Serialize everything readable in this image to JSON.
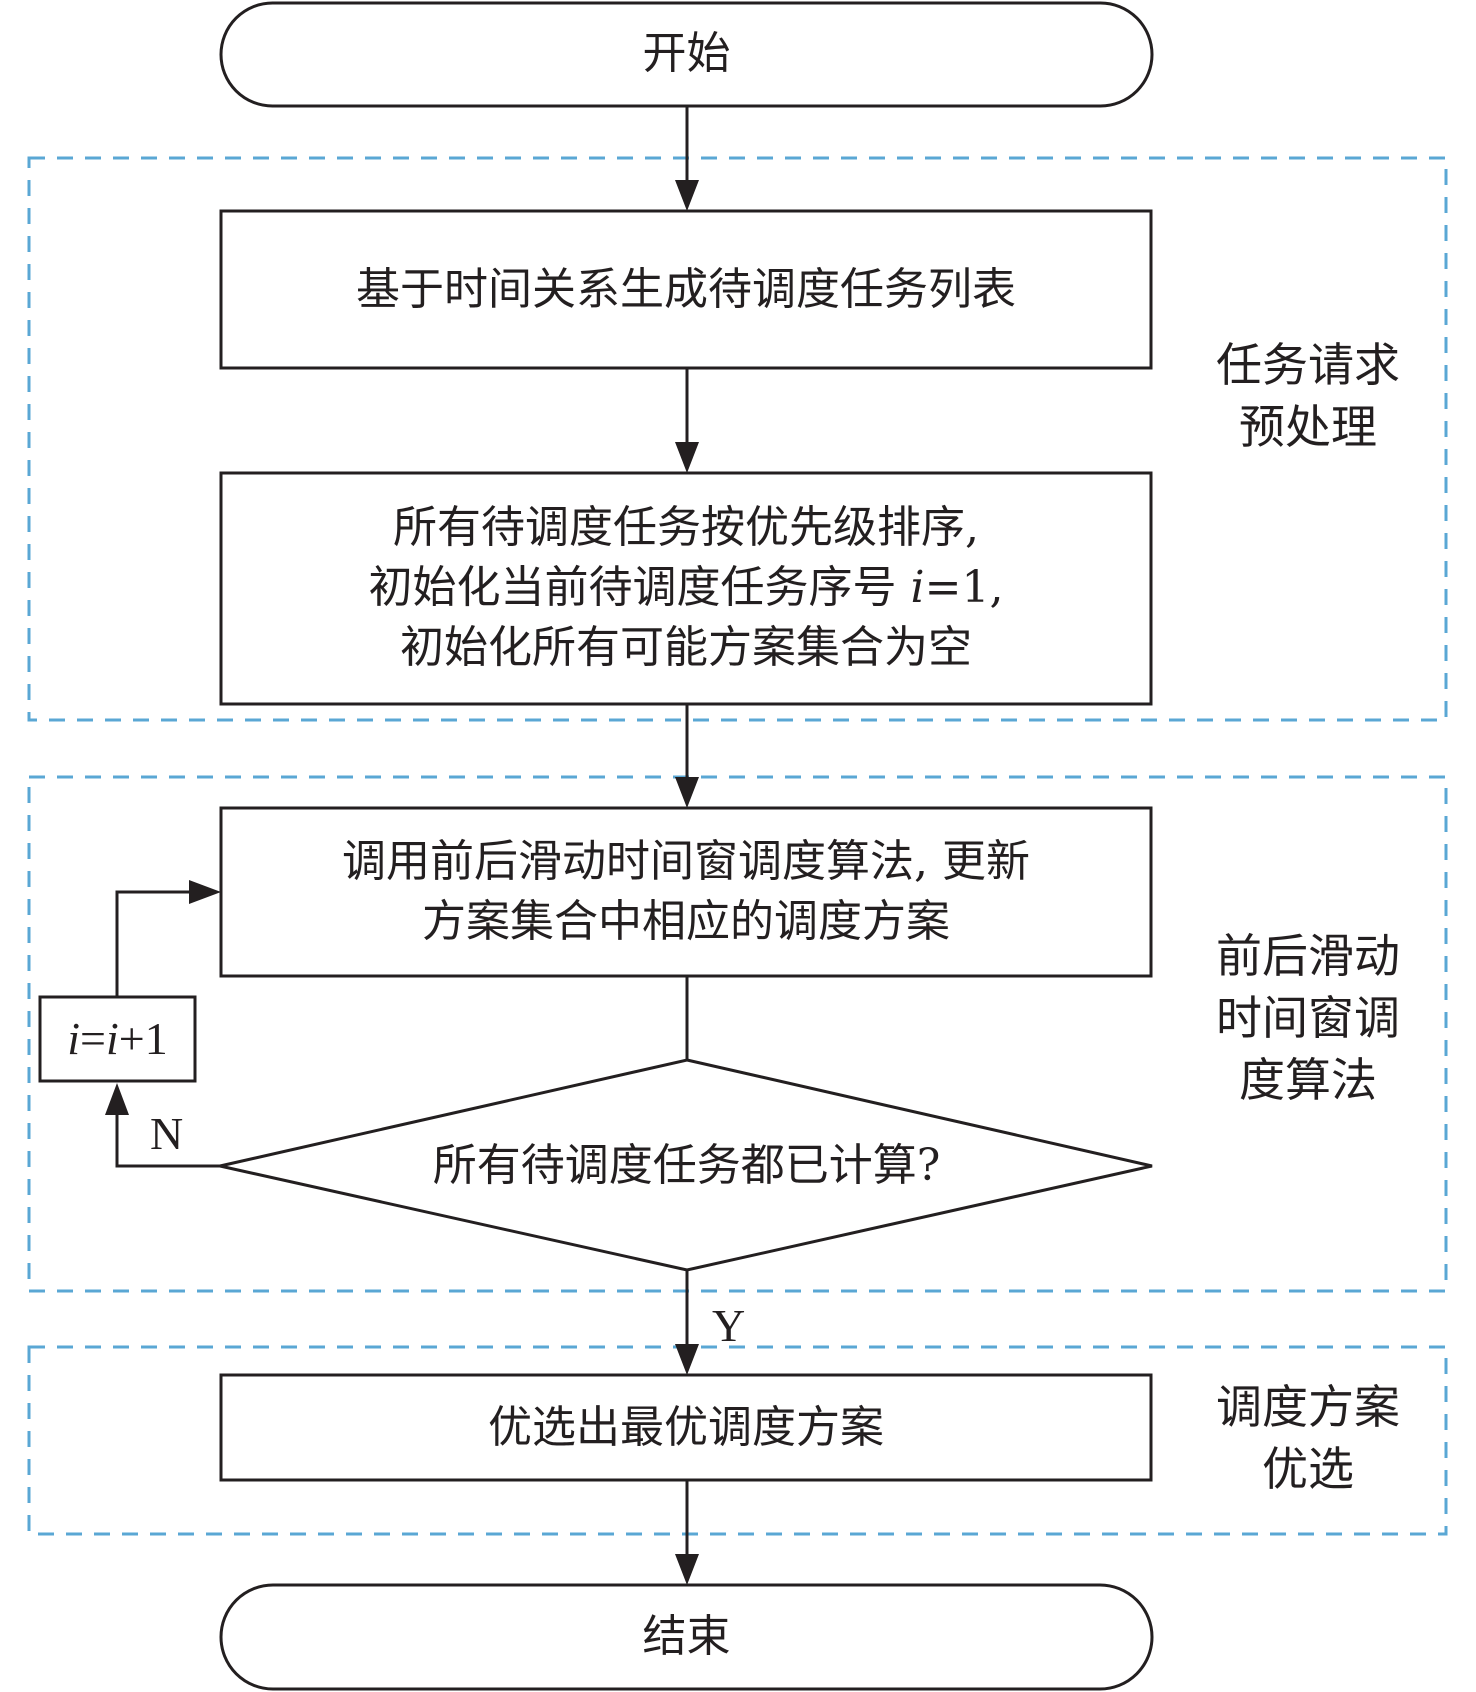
{
  "diagram": {
    "type": "flowchart",
    "nodes": {
      "start": "开始",
      "step1": "基于时间关系生成待调度任务列表",
      "step2_line1": "所有待调度任务按优先级排序,",
      "step2_line2_prefix": "初始化当前待调度任务序号 ",
      "step2_line2_var": "i",
      "step2_line2_suffix": "=1,",
      "step2_line3": "初始化所有可能方案集合为空",
      "step3_line1": "调用前后滑动时间窗调度算法, 更新",
      "step3_line2": "方案集合中相应的调度方案",
      "decision": "所有待调度任务都已计算?",
      "increment_var1": "i",
      "increment_eq": "=",
      "increment_var2": "i",
      "increment_rest": "+1",
      "step4": "优选出最优调度方案",
      "end": "结束"
    },
    "edge_labels": {
      "no": "N",
      "yes": "Y"
    },
    "groups": [
      {
        "line1": "任务请求",
        "line2": "预处理",
        "line3": ""
      },
      {
        "line1": "前后滑动",
        "line2": "时间窗调",
        "line3": "度算法"
      },
      {
        "line1": "调度方案",
        "line2": "优选",
        "line3": ""
      }
    ],
    "colors": {
      "stroke": "#231f20",
      "group_border": "#5aa7d4",
      "background": "#ffffff"
    }
  }
}
